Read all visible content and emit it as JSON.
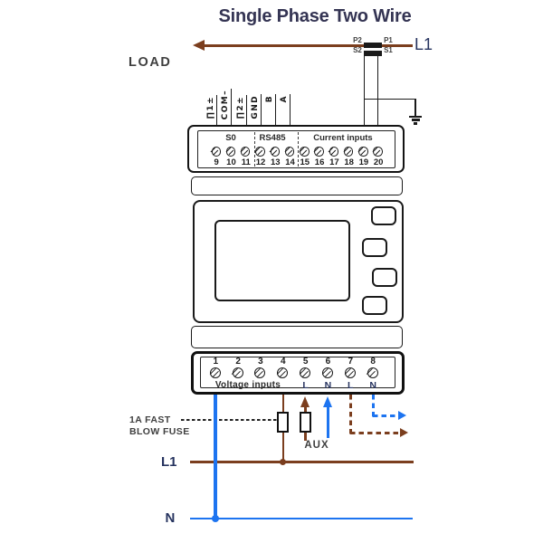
{
  "title": "Single Phase Two Wire",
  "top_area": {
    "load_label": "LOAD",
    "l1_label": "L1",
    "ct": {
      "p2": "P2",
      "p1": "P1",
      "s2": "S2",
      "s1": "S1"
    }
  },
  "signal_labels": [
    {
      "text": "∏1±"
    },
    {
      "text": "COM–"
    },
    {
      "text": "∏2±"
    },
    {
      "text": "GND"
    },
    {
      "text": "B"
    },
    {
      "text": "A"
    }
  ],
  "top_block": {
    "sections": [
      {
        "label": "S0"
      },
      {
        "label": "RS485"
      },
      {
        "label": "Current inputs"
      }
    ],
    "terminals": [
      "9",
      "10",
      "11",
      "12",
      "13",
      "14",
      "15",
      "16",
      "17",
      "18",
      "19",
      "20"
    ]
  },
  "bottom_block": {
    "caption": "Voltage inputs",
    "terminals": [
      {
        "num": "1",
        "label": ""
      },
      {
        "num": "2",
        "label": ""
      },
      {
        "num": "3",
        "label": ""
      },
      {
        "num": "4",
        "label": ""
      },
      {
        "num": "5",
        "label": "L"
      },
      {
        "num": "6",
        "label": "N"
      },
      {
        "num": "7",
        "label": "L"
      },
      {
        "num": "8",
        "label": "N"
      }
    ]
  },
  "annotations": {
    "fuse_note": [
      "1A FAST",
      "BLOW FUSE"
    ],
    "aux_label": "AUX",
    "l1_bus_label": "L1",
    "n_bus_label": "N"
  },
  "colors": {
    "brown": "#7b3e1e",
    "blue": "#1d74f0",
    "navy": "#26335f",
    "title_navy": "#343453",
    "text_gray": "#3f3f3f",
    "line_black": "#1a1a1a"
  }
}
